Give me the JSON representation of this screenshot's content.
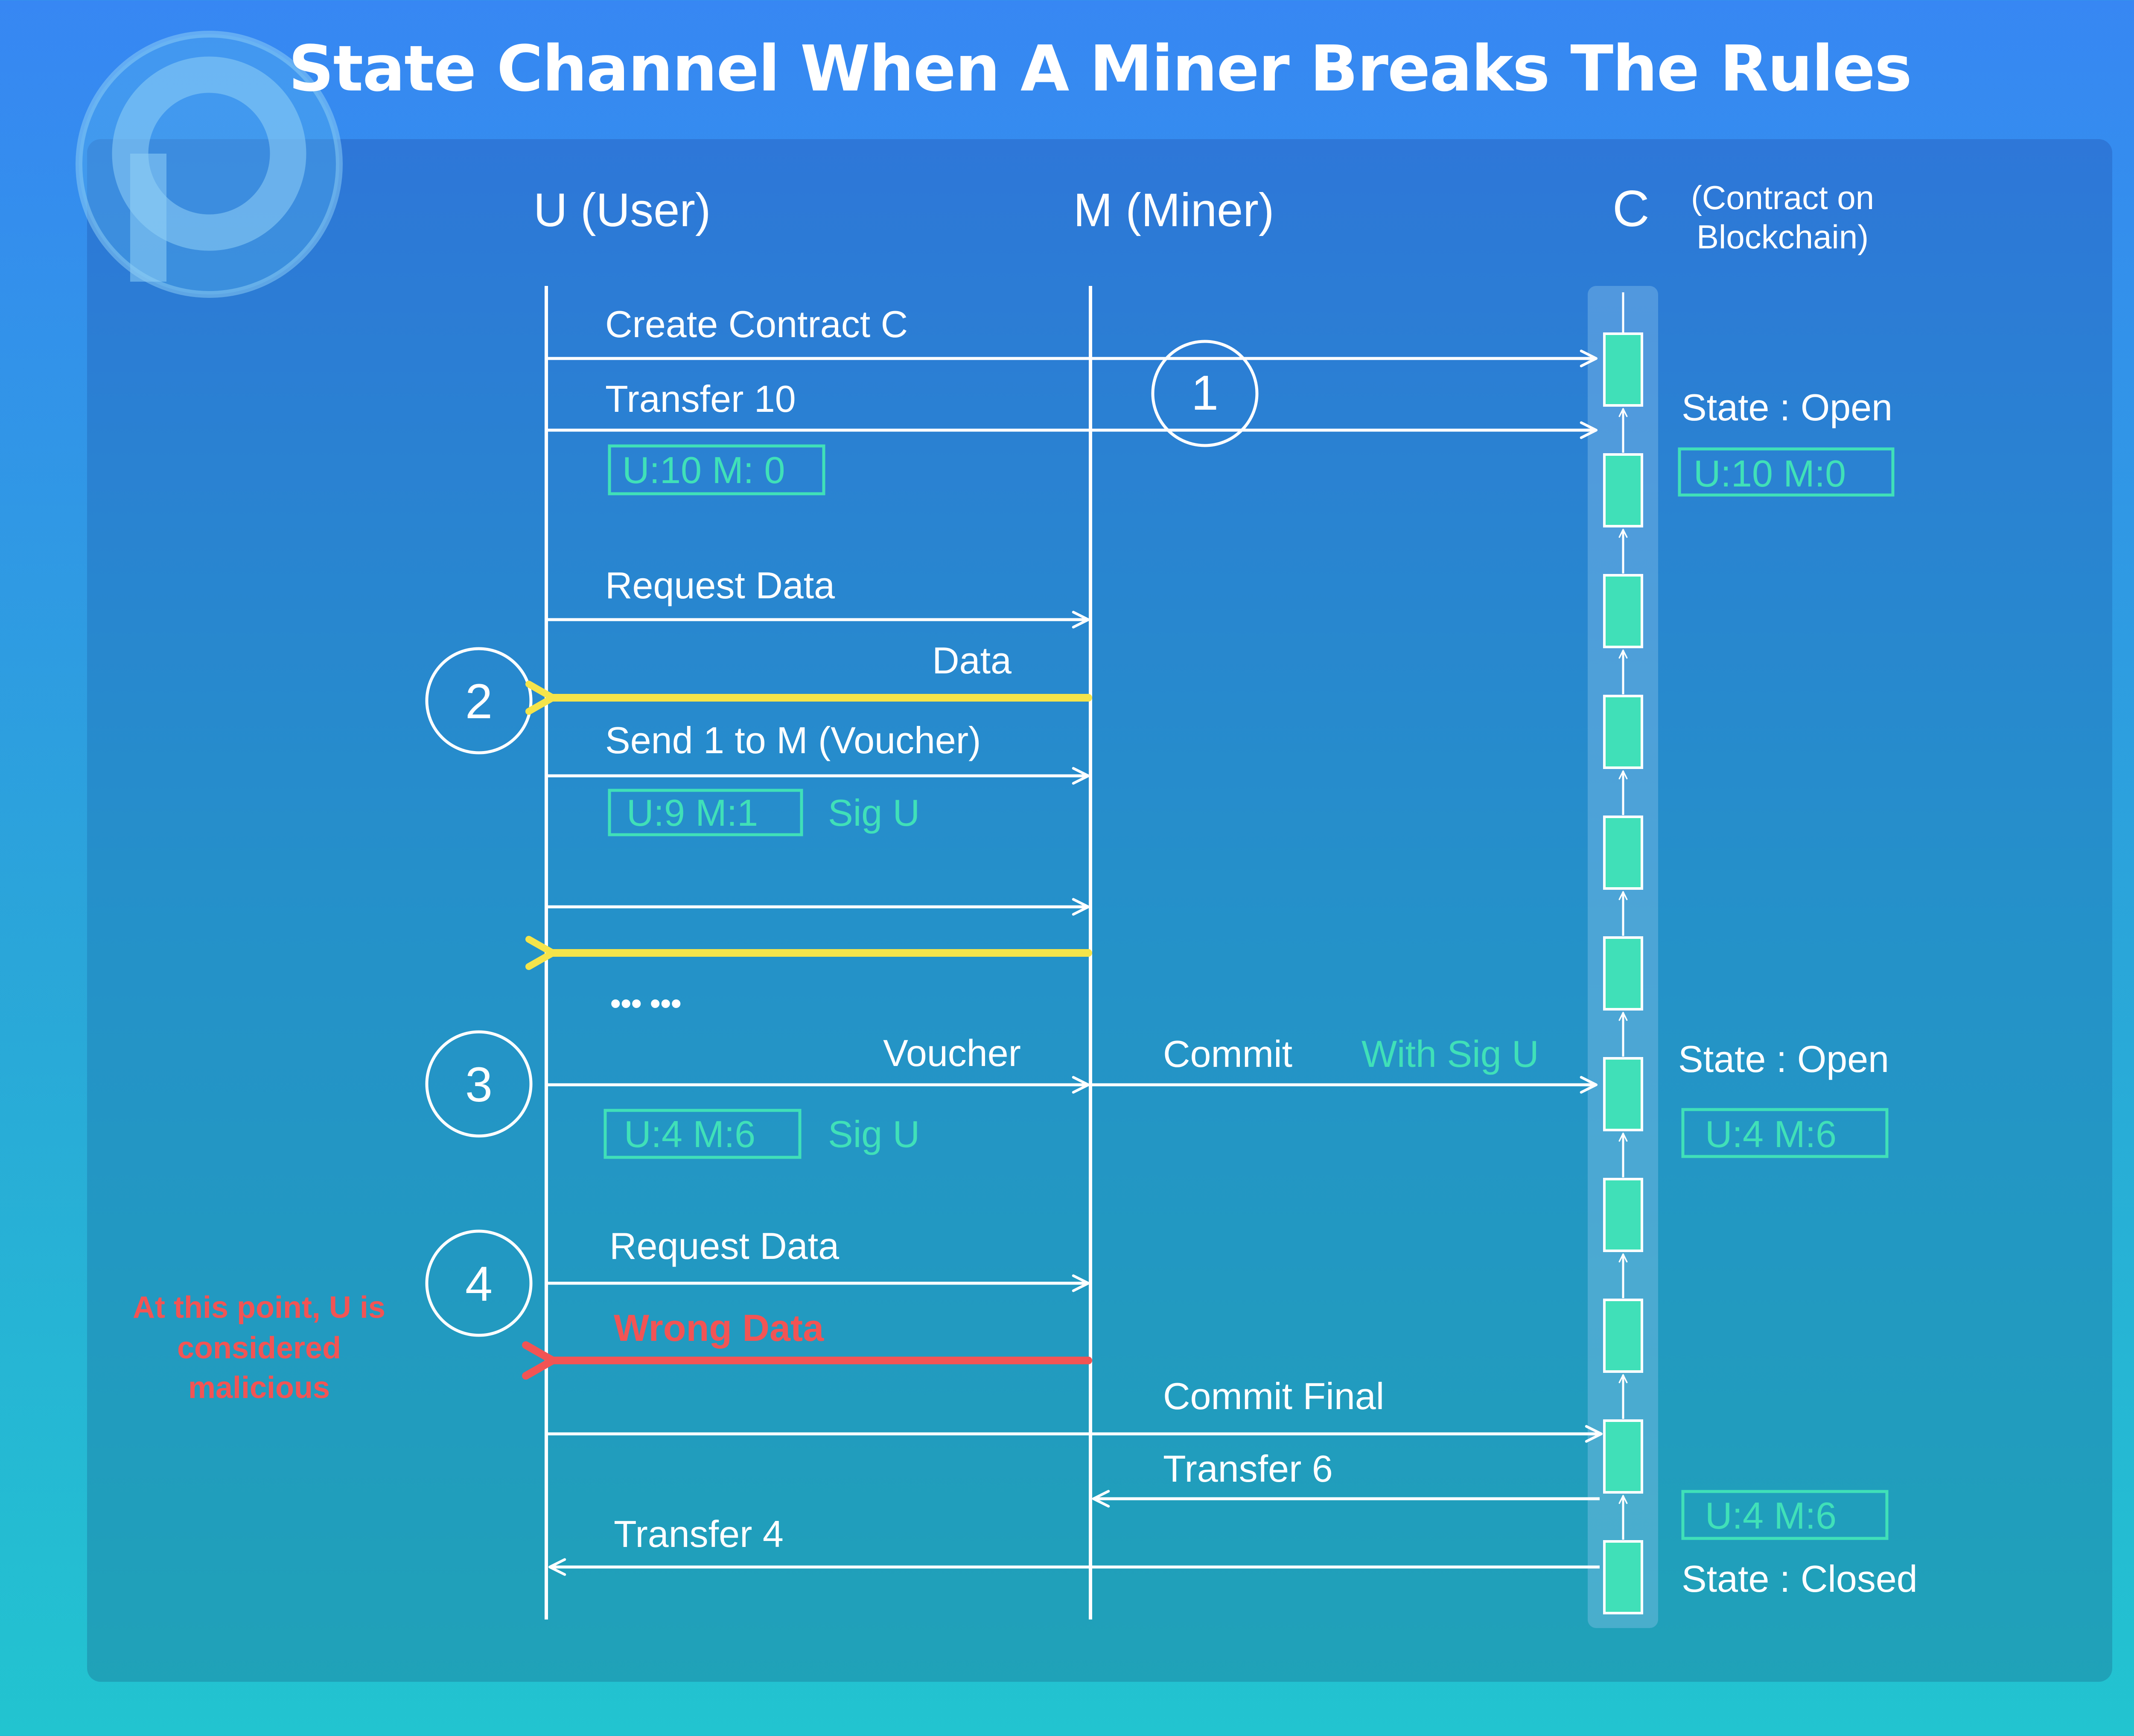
{
  "title": "State Channel When A Miner Breaks The Rules",
  "colors": {
    "line": "#ffffff",
    "cyan": "#40e0b8",
    "yellow": "#f5e44a",
    "red": "#f25454"
  },
  "lanes": {
    "user": "U (User)",
    "miner": "M (Miner)",
    "contract": "C",
    "contract_note_line1": "(Contract on",
    "contract_note_line2": "Blockchain)"
  },
  "steps": [
    "1",
    "2",
    "3",
    "4"
  ],
  "messages": {
    "create_contract": "Create Contract  C",
    "transfer_10": "Transfer 10",
    "request_data_1": "Request  Data",
    "data": "Data",
    "send_voucher": "Send 1 to M  (Voucher)",
    "ellipsis": "•••  •••",
    "voucher": "Voucher",
    "commit": "Commit",
    "with_sig_u": "With Sig U",
    "request_data_2": "Request  Data",
    "wrong_data": "Wrong Data",
    "commit_final": "Commit Final",
    "transfer_6": "Transfer 6",
    "transfer_4": "Transfer 4"
  },
  "balances": {
    "u10_m0_left": "U:10   M: 0",
    "u9_m1": "U:9   M:1",
    "u4_m6_left": "U:4   M:6",
    "u10_m0_right": "U:10   M:0",
    "u4_m6_right_1": "U:4   M:6",
    "u4_m6_right_2": "U:4   M:6"
  },
  "sig": {
    "sig_u_1": "Sig U",
    "sig_u_2": "Sig U"
  },
  "states": {
    "open_1": "State : Open",
    "open_2": "State : Open",
    "closed": "State : Closed"
  },
  "note": {
    "line1": "At this point, U is",
    "line2": "considered",
    "line3": "malicious"
  }
}
